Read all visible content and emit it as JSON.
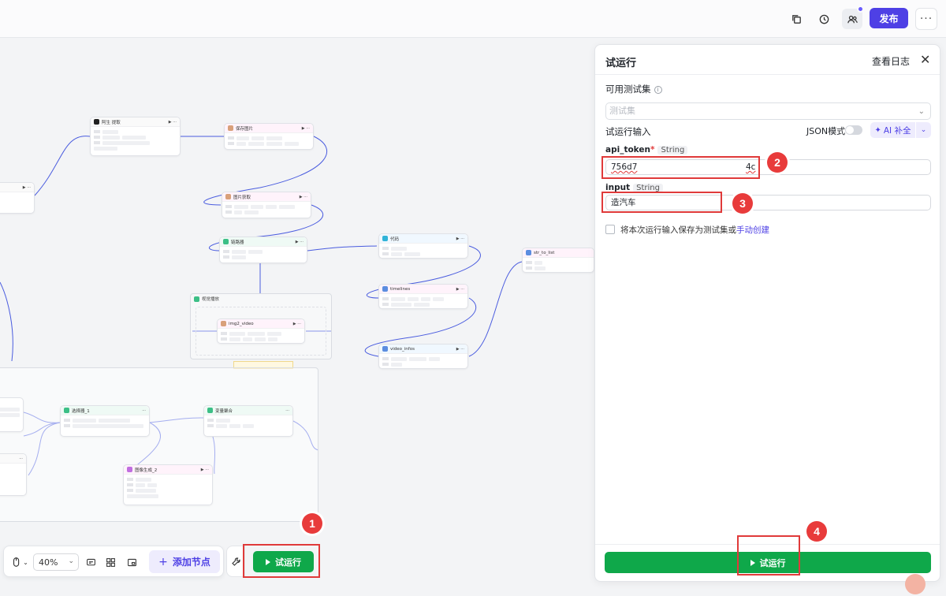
{
  "header": {
    "publish_label": "发布",
    "more_label": "···"
  },
  "canvas": {
    "nodes": [
      "阿生 提取",
      "保存图片",
      "图片获取",
      "链路器",
      "代码",
      "timelines",
      "str_to_list",
      "视觉播放",
      "img2_video",
      "video_infos",
      "选择器_1",
      "变量聚合",
      "图像生成_2"
    ],
    "toolbar": {
      "zoom": "40%",
      "add_node_label": "添加节点",
      "add_icon": "+",
      "run_label": "试运行"
    }
  },
  "panel": {
    "title": "试运行",
    "view_logs": "查看日志",
    "close_icon": "✕",
    "testset_label": "可用测试集",
    "testset_placeholder": "测试集",
    "input_section_label": "试运行输入",
    "json_mode_label": "JSON模式",
    "ai_fill_label": "AI 补全",
    "fields": [
      {
        "name": "api_token",
        "required_mark": "*",
        "type": "String",
        "value_head": "756d7",
        "value_tail": "4c"
      },
      {
        "name": "input",
        "type": "String",
        "value": "造汽车"
      }
    ],
    "save_text": "将本次运行输入保存为测试集或",
    "save_link": "手动创建",
    "run_label": "试运行"
  },
  "annotations": [
    "1",
    "2",
    "3",
    "4"
  ]
}
